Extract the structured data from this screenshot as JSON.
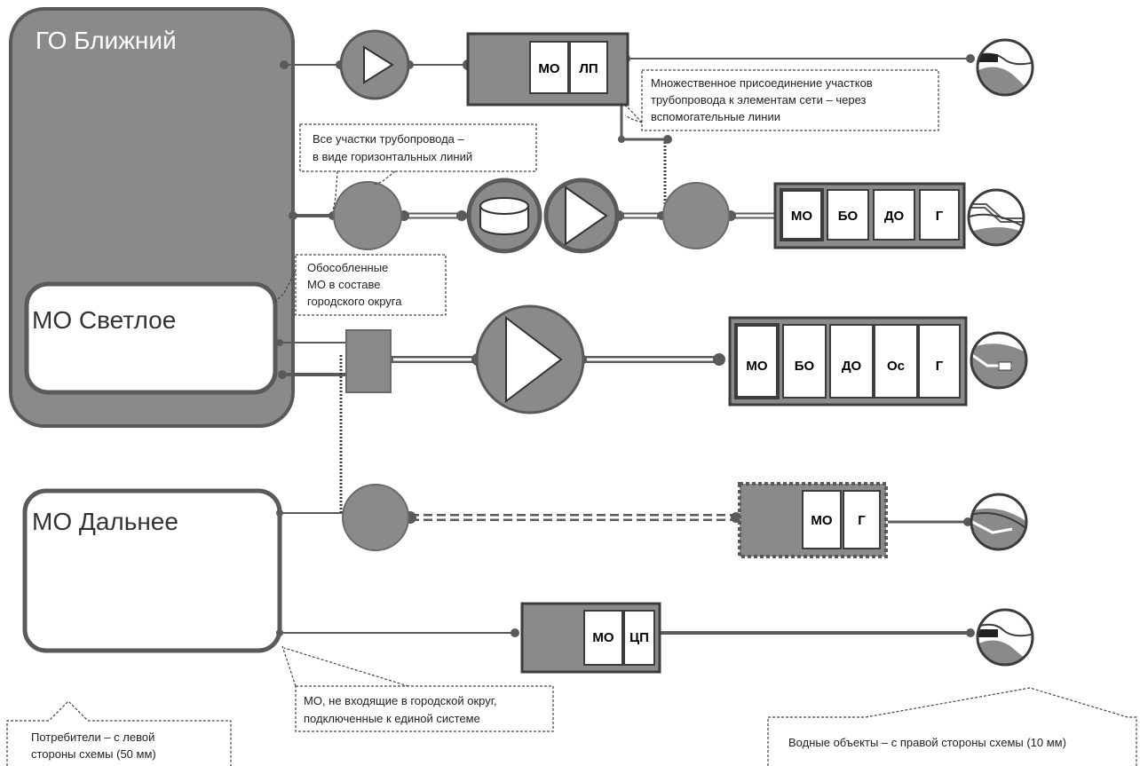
{
  "consumers": {
    "go_blizhny": "ГО Ближний",
    "mo_svetloe": "МО Светлое",
    "mo_dalnee": "МО Дальнее"
  },
  "labels": {
    "mo": "МО",
    "lp": "ЛП",
    "bo": "БО",
    "do": "ДО",
    "g": "Г",
    "os": "Ос",
    "cp": "ЦП"
  },
  "callouts": {
    "multiple_connection": [
      "Множественное присоединение участков",
      "трубопровода к элементам сети – через",
      "вспомогательные линии"
    ],
    "horizontal_lines": [
      "Все участки трубопровода –",
      "в виде горизонтальных линий"
    ],
    "separate_mo": [
      "Обособленные",
      "МО в составе",
      "городского округа"
    ],
    "external_mo": [
      "МО, не входящие в городской округ,",
      "подключенные к единой системе"
    ],
    "consumers_left": [
      "Потребители – с левой",
      "стороны схемы (50 мм)"
    ],
    "water_right": "Водные объекты – с правой стороны схемы (10 мм)"
  },
  "colors": {
    "fill": "#8a8a8a",
    "stroke": "#5a5a5a",
    "dark": "#3c3c3c"
  }
}
